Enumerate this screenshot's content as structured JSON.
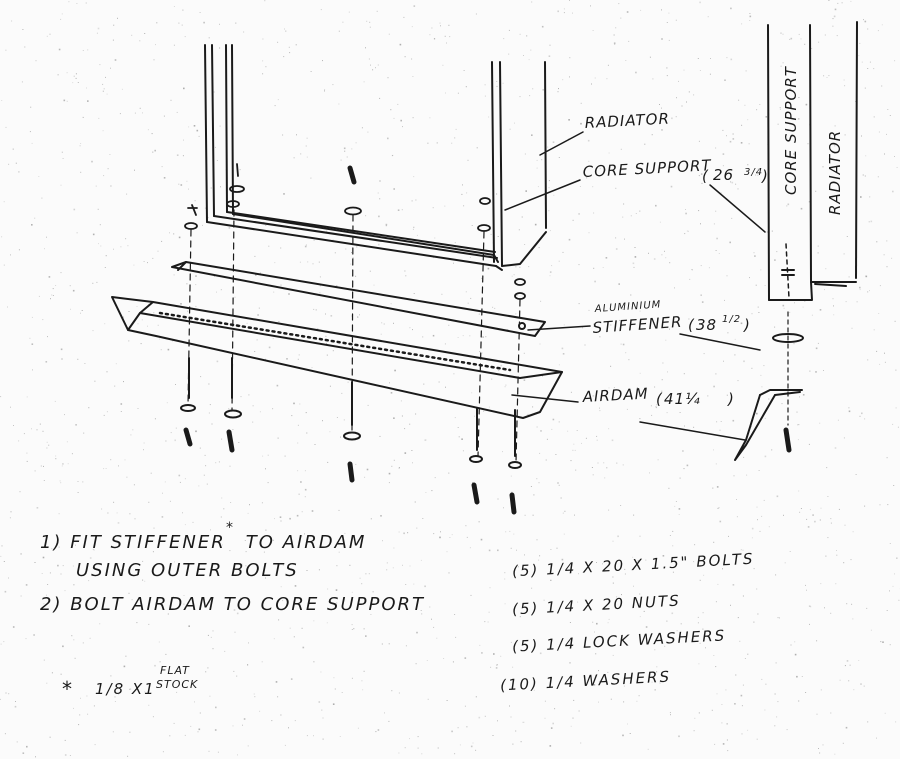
{
  "labels": {
    "radiator": "RADIATOR",
    "core_support": "CORE SUPPORT",
    "core_support_dim": "26",
    "core_support_dim_frac": "3/4",
    "aluminium_stiffener_line1": "ALUMINIUM",
    "aluminium_stiffener_line2": "STIFFENER",
    "stiffener_dim": "38",
    "stiffener_dim_frac": "1/2",
    "airdam": "AIRDAM",
    "airdam_dim": "41¼",
    "side_core_support": "CORE SUPPORT",
    "side_radiator": "RADIATOR"
  },
  "instructions": {
    "step1_line1": "1) FIT STIFFENER",
    "step1_line1b": "TO AIRDAM",
    "step1_line2": "USING OUTER BOLTS",
    "step2": "2) BOLT AIRDAM TO CORE SUPPORT"
  },
  "footnote": {
    "star": "*",
    "size": "1/8 X1",
    "flat": "FLAT",
    "stock": "STOCK"
  },
  "parts": [
    {
      "qty": "(5)",
      "desc": "1/4 X 20 X 1.5\" BOLTS"
    },
    {
      "qty": "(5)",
      "desc": "1/4 X 20 NUTS"
    },
    {
      "qty": "(5)",
      "desc": "1/4 LOCK WASHERS"
    },
    {
      "qty": "(10)",
      "desc": "1/4 WASHERS"
    }
  ]
}
